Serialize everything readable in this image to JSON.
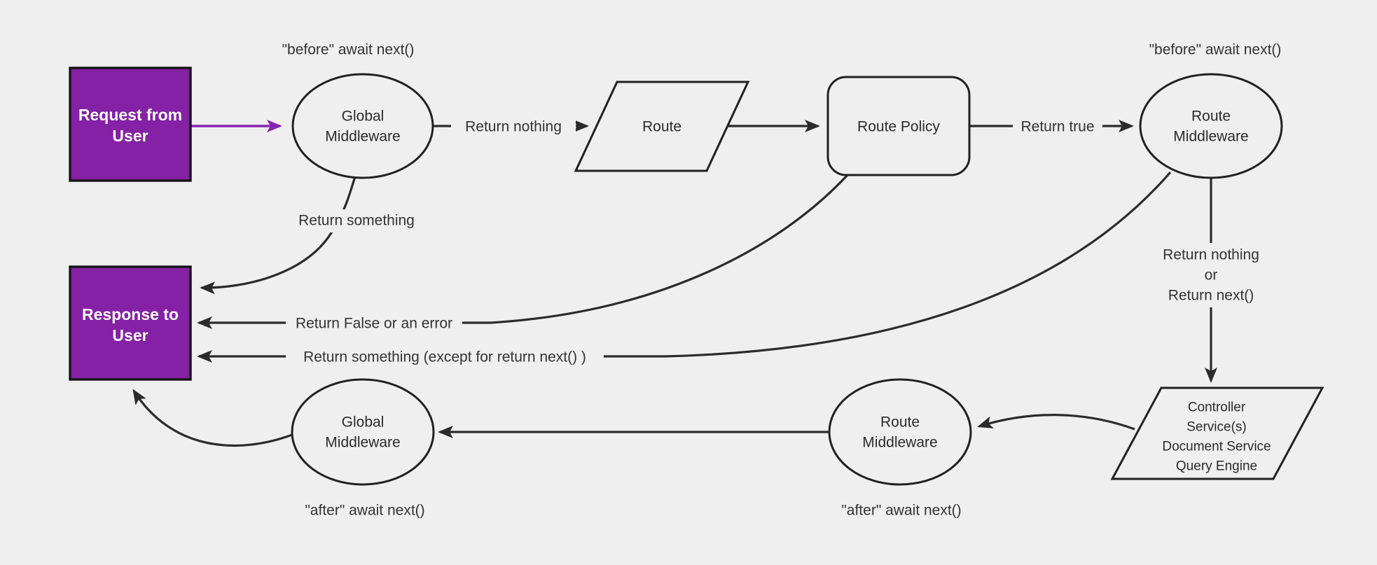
{
  "canvas": {
    "background": "#efefef",
    "line_color": "#2b2b2b",
    "purple_box": "#8421a4",
    "purple_arrow": "#8923b4",
    "node_border": "#212121",
    "label_color": "#333333"
  },
  "nodes": {
    "request": {
      "line1": "Request from",
      "line2": "User"
    },
    "global_mw_top": {
      "line1": "Global",
      "line2": "Middleware"
    },
    "route": {
      "label": "Route"
    },
    "route_policy": {
      "label": "Route Policy"
    },
    "route_mw_top": {
      "line1": "Route",
      "line2": "Middleware"
    },
    "controller_services": {
      "line1": "Controller",
      "line2": "Service(s)",
      "line3": "Document Service",
      "line4": "Query Engine"
    },
    "route_mw_bottom": {
      "line1": "Route",
      "line2": "Middleware"
    },
    "global_mw_bottom": {
      "line1": "Global",
      "line2": "Middleware"
    },
    "response": {
      "line1": "Response to",
      "line2": "User"
    }
  },
  "labels": {
    "before_await_global": "\"before\" await next()",
    "before_await_route": "\"before\" await next()",
    "after_await_global": "\"after\" await next()",
    "after_await_route": "\"after\" await next()",
    "return_nothing": "Return nothing",
    "return_true": "Return true",
    "return_something": "Return something",
    "return_false_or_error": "Return False or an error",
    "return_something_except": "Return something (except for return next() )",
    "return_nothing_or_line1": "Return nothing",
    "return_nothing_or_line2": "or",
    "return_nothing_or_line3": "Return next()"
  }
}
